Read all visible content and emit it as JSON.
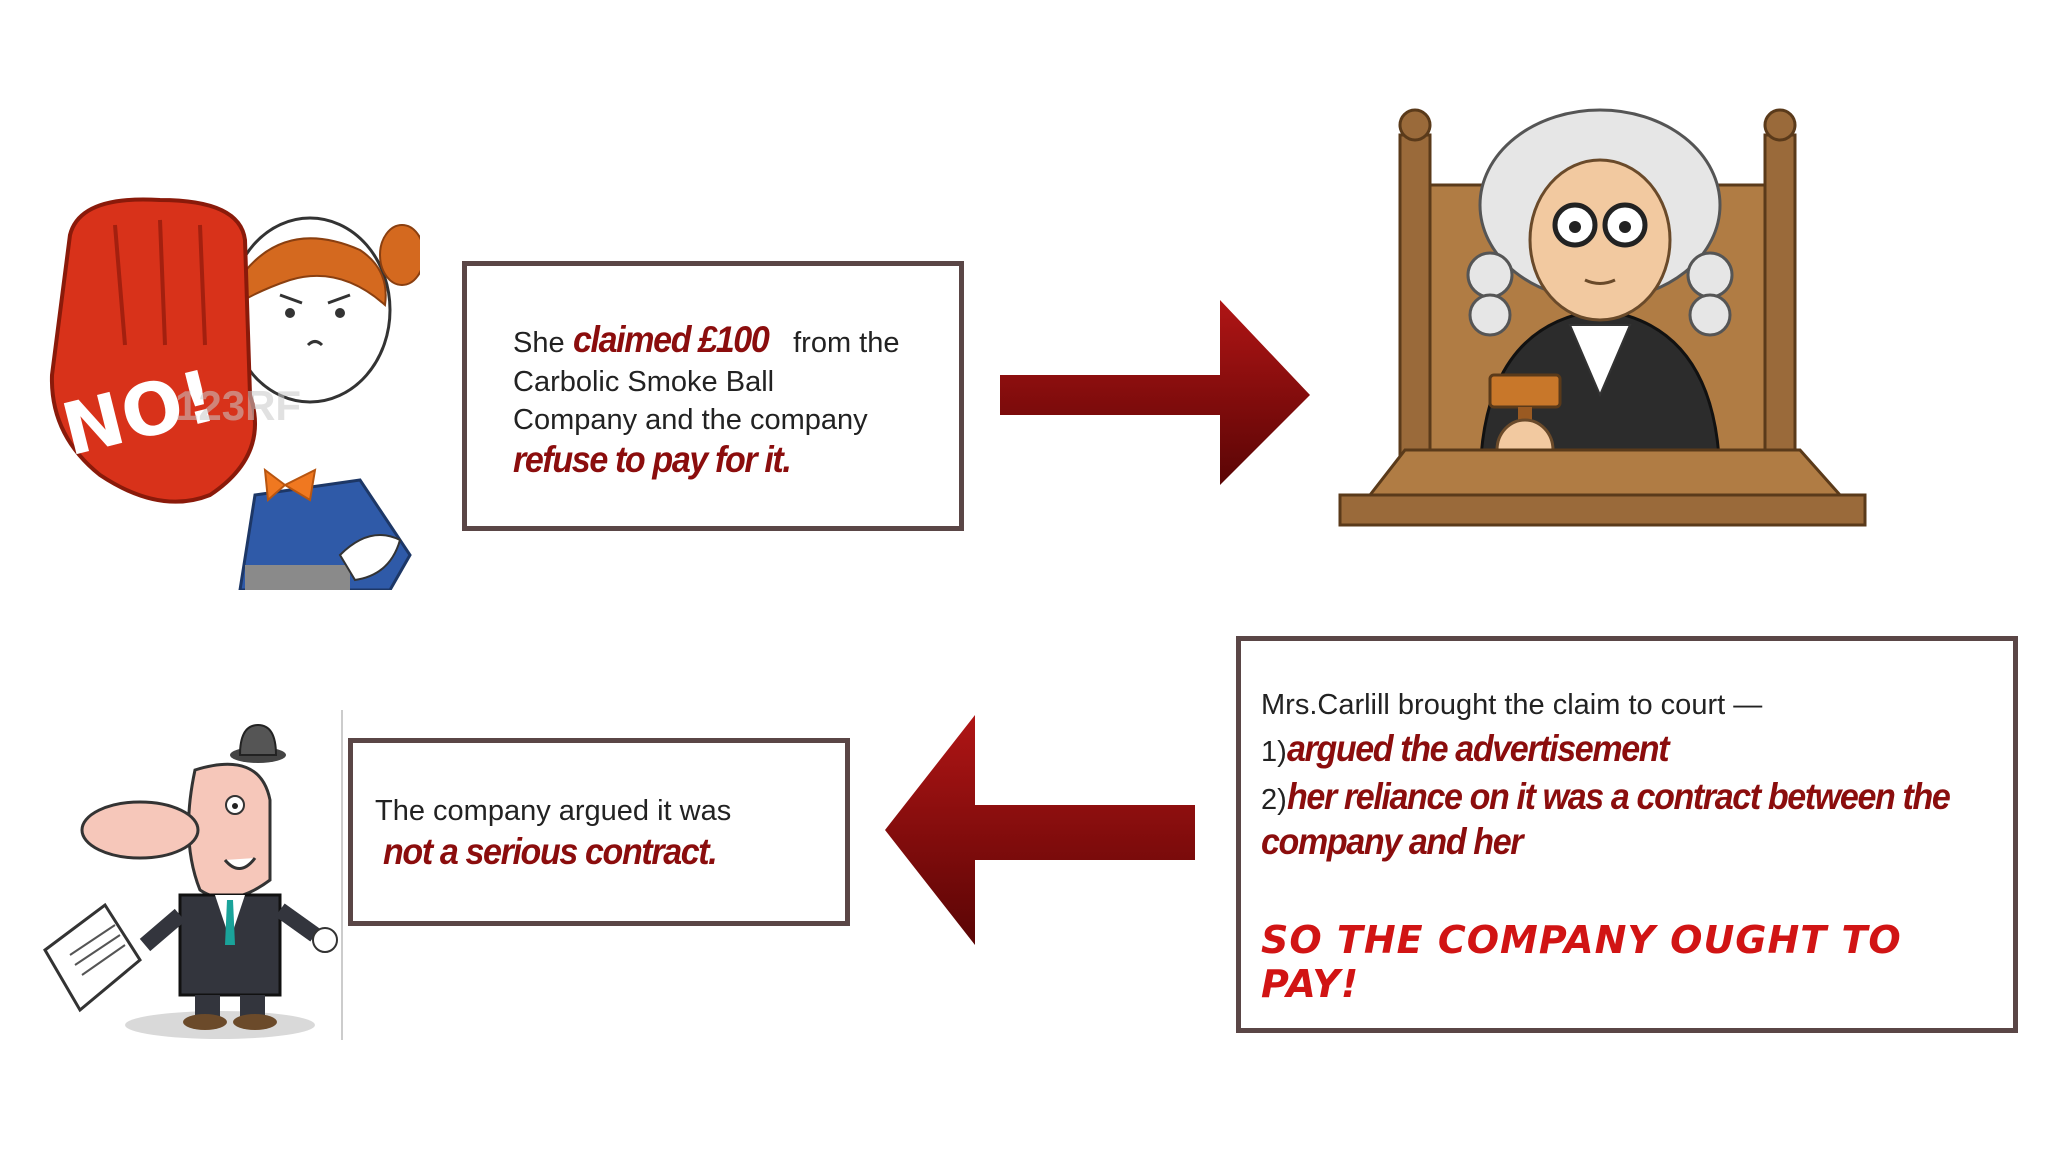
{
  "woman": {
    "sign_text": "NO!",
    "watermark": "123RF"
  },
  "box1": {
    "p1": "She",
    "em1": "claimed £100",
    "p2": "from the",
    "line2": "Carbolic Smoke Ball",
    "line3": "Company and the company",
    "em2": "refuse to pay for it."
  },
  "box2": {
    "intro": "Mrs.Carlill brought the claim to court —",
    "n1": "1)",
    "em1": "argued the advertisement",
    "n2": "2)",
    "em2": "her reliance on it was a contract between the",
    "em3": "company and her",
    "conclusion": "SO THE COMPANY OUGHT TO PAY!"
  },
  "box3": {
    "line1": "The company argued it was",
    "em1": "not a serious contract."
  },
  "colors": {
    "border": "#5a4646",
    "emphasis": "#8b0d0d",
    "conclusion": "#d11414",
    "arrow": "#8b0a0a"
  }
}
